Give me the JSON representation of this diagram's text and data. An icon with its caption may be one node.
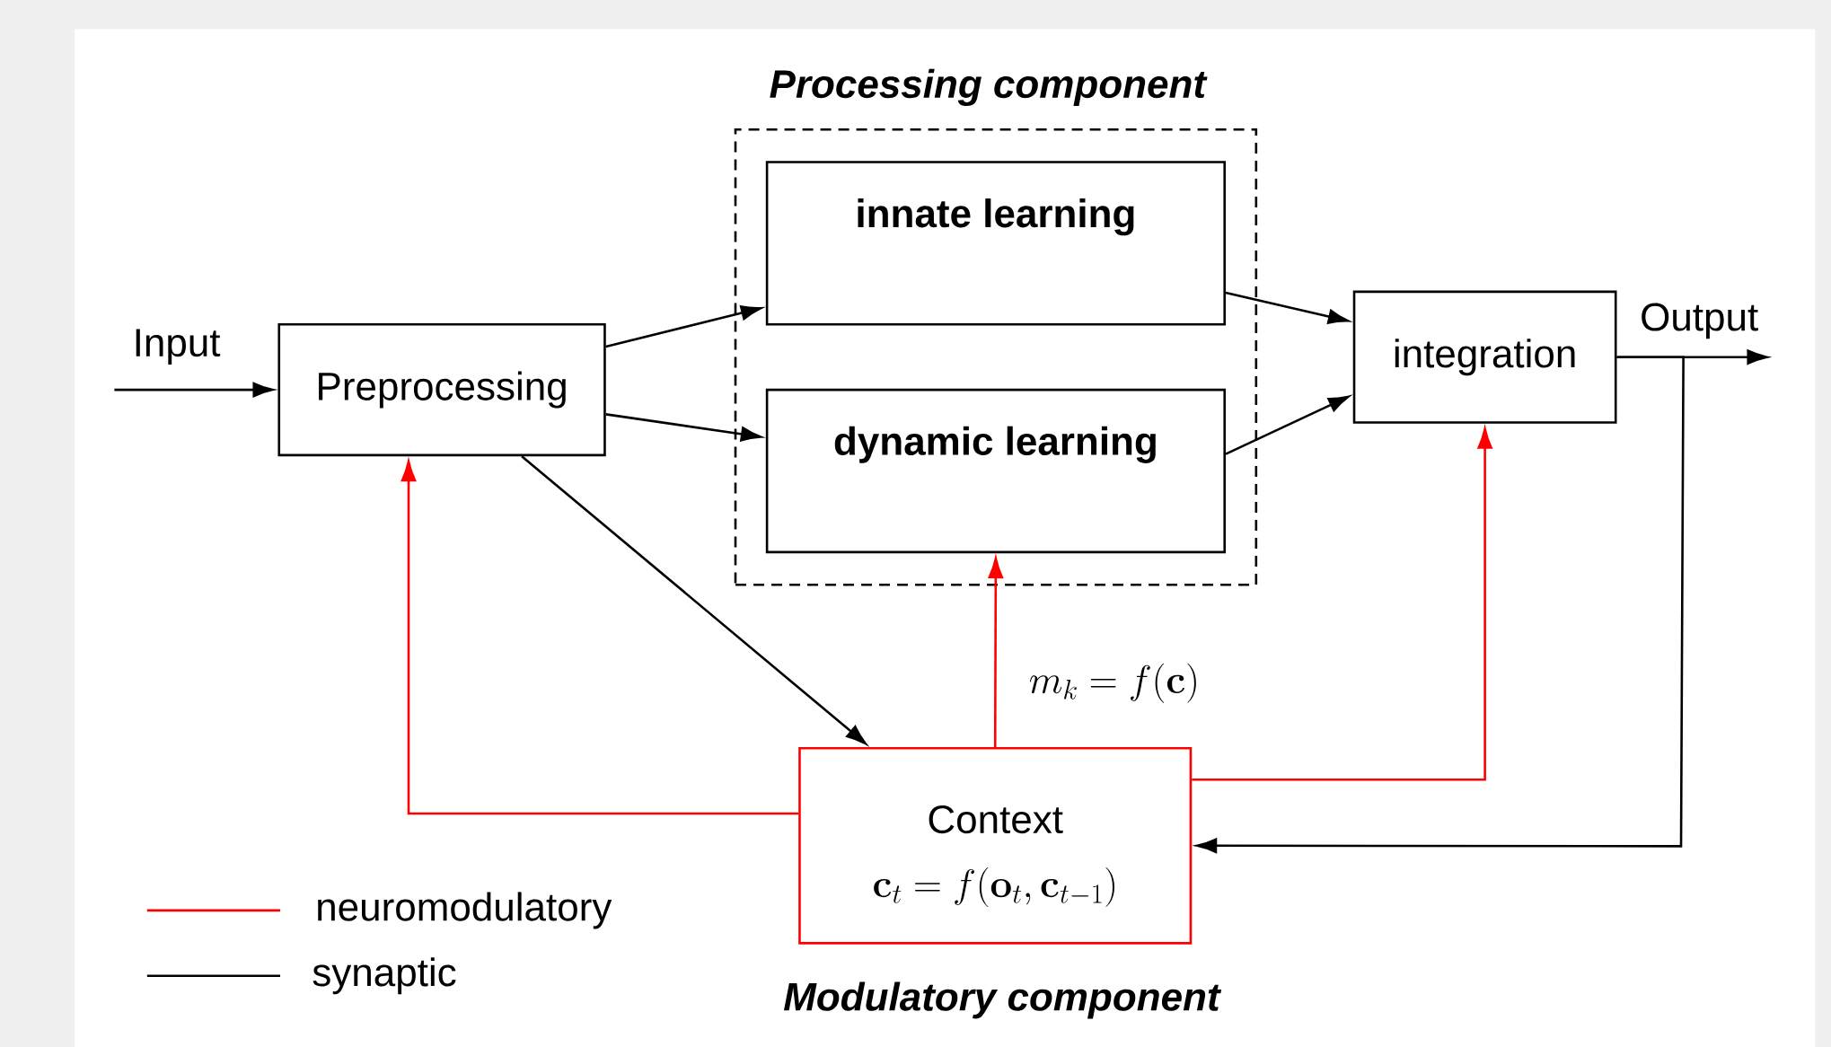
{
  "diagram": {
    "nodes": [
      {
        "text": [
          "Preprocessing"
        ]
      },
      {
        "text": [
          "Processing component"
        ]
      },
      {
        "text": [
          "innate learning"
        ],
        "in": 1
      },
      {
        "text": [
          "dynamic learning"
        ],
        "in": 1
      },
      {
        "text": [
          "integration"
        ]
      },
      {
        "text": [
          "Context",
          "\\mathbf{c}_t = f(\\mathbf{o}_t, \\mathbf{c}_{t-1})",
          "Modulatory component"
        ]
      }
    ],
    "edges": [
      {
        "from": null,
        "to": 0,
        "arrow": "to",
        "label": "Input"
      },
      {
        "from": 0,
        "to": 2,
        "arrow": "to"
      },
      {
        "from": 0,
        "to": 3,
        "arrow": "to"
      },
      {
        "from": 2,
        "to": 4,
        "arrow": "to"
      },
      {
        "from": 3,
        "to": 4,
        "arrow": "to"
      },
      {
        "from": 4,
        "to": null,
        "arrow": "to",
        "label": "Output"
      },
      {
        "from": 4,
        "to": 5,
        "arrow": "to"
      },
      {
        "from": 0,
        "to": 5,
        "arrow": "to"
      },
      {
        "from": 5,
        "to": 0,
        "arrow": "to",
        "color": "#ff0000"
      },
      {
        "from": 5,
        "to": 3,
        "arrow": "to",
        "color": "#ff0000",
        "label": "m_k = f(\\mathbf{c})"
      },
      {
        "from": 5,
        "to": 4,
        "arrow": "to",
        "color": "#ff0000"
      }
    ],
    "legend": [
      {
        "text": "neuromodulatory"
      },
      {
        "text": "synaptic"
      }
    ]
  }
}
